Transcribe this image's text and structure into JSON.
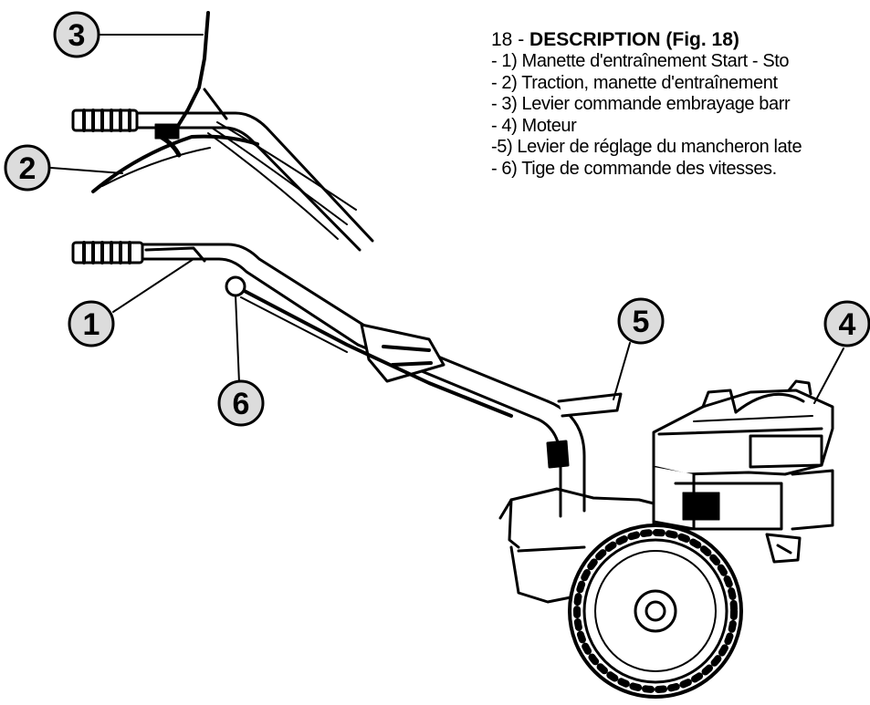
{
  "description": {
    "prefix": "18 - ",
    "title": "DESCRIPTION (Fig. 18)",
    "items": [
      "- 1) Manette d'entraînement Start - Sto",
      "- 2) Traction, manette d'entraînement",
      "- 3) Levier commande embrayage barr",
      "- 4) Moteur",
      "-5) Levier de réglage du mancheron late",
      "- 6) Tige de commande des vitesses."
    ]
  },
  "callouts": [
    "1",
    "2",
    "3",
    "4",
    "5",
    "6"
  ],
  "colors": {
    "ink": "#000000",
    "paper": "#ffffff",
    "callout_fill": "#dcdcdc"
  }
}
